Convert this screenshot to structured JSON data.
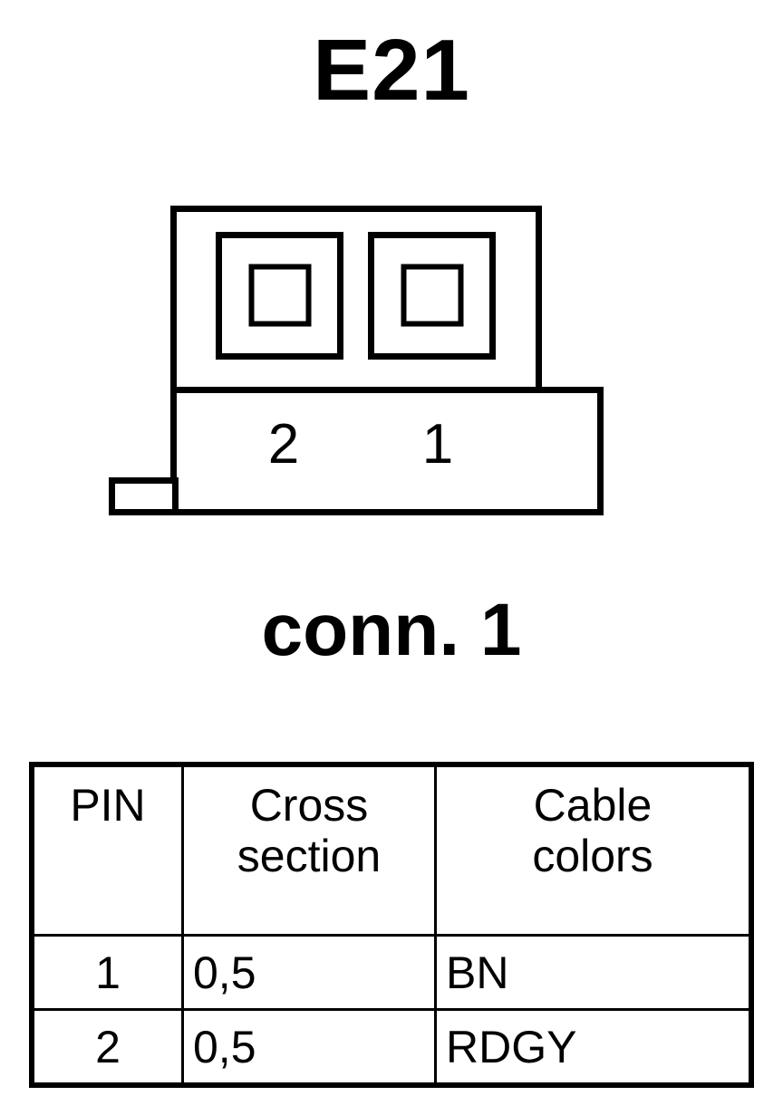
{
  "title": "E21",
  "connector": {
    "caption": "conn. 1",
    "pin_labels": [
      "2",
      "1"
    ],
    "pin_count": 2,
    "line_color": "#000000",
    "fill_color": "#ffffff"
  },
  "table": {
    "headers": {
      "pin": "PIN",
      "cross_section_line1": "Cross",
      "cross_section_line2": "section",
      "cable_colors_line1": "Cable",
      "cable_colors_line2": "colors"
    },
    "rows": [
      {
        "pin": "1",
        "cross_section": "0,5",
        "cable_colors": "BN"
      },
      {
        "pin": "2",
        "cross_section": "0,5",
        "cable_colors": "RDGY"
      }
    ]
  }
}
